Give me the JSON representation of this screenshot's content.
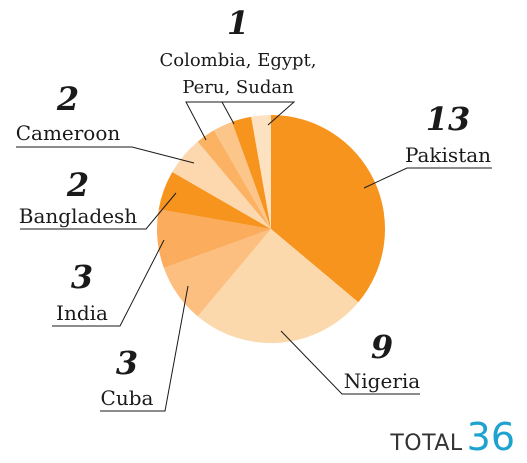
{
  "chart_data": {
    "type": "pie",
    "slices": [
      {
        "label": "Pakistan",
        "value": 13,
        "value_label": "13",
        "color": "#f7941e"
      },
      {
        "label": "Nigeria",
        "value": 9,
        "value_label": "9",
        "color": "#fcd9ac"
      },
      {
        "label": "Cuba",
        "value": 3,
        "value_label": "3",
        "color": "#fdbf80"
      },
      {
        "label": "India",
        "value": 3,
        "value_label": "3",
        "color": "#fbac5c"
      },
      {
        "label": "Bangladesh",
        "value": 2,
        "value_label": "2",
        "color": "#f7941e"
      },
      {
        "label": "Cameroon",
        "value": 2,
        "value_label": "2",
        "color": "#fdd8ae"
      },
      {
        "label": "Sudan",
        "value": 1,
        "color": "#fbb263"
      },
      {
        "label": "Peru",
        "value": 1,
        "color": "#fcc58a"
      },
      {
        "label": "Egypt",
        "value": 1,
        "color": "#f7941e"
      },
      {
        "label": "Colombia",
        "value": 1,
        "color": "#fde2c2"
      }
    ],
    "group_label": {
      "value_label": "1",
      "line1": "Colombia, Egypt,",
      "line2": "Peru, Sudan"
    }
  },
  "total": {
    "label": "TOTAL",
    "value": "36"
  }
}
